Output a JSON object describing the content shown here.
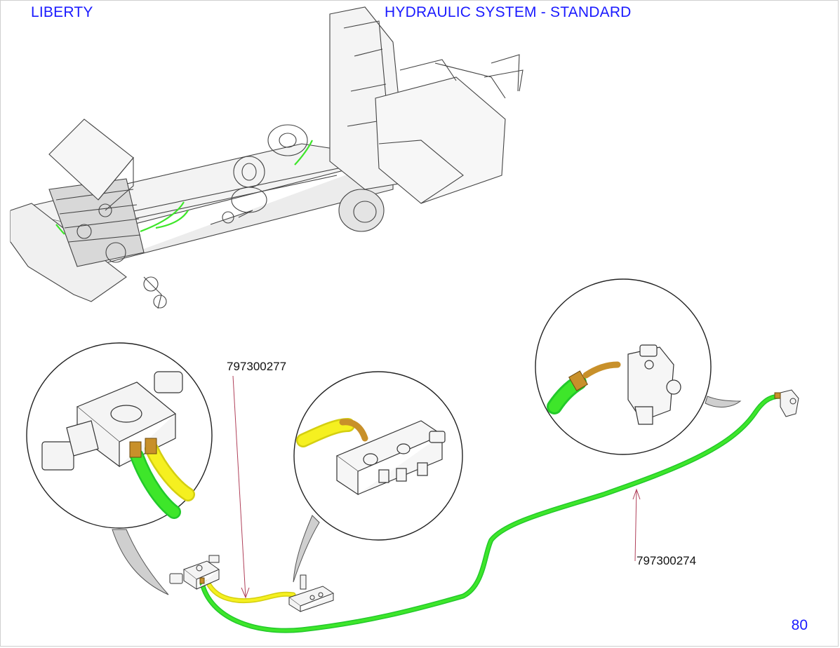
{
  "header": {
    "model": "LIBERTY",
    "title": "HYDRAULIC SYSTEM - STANDARD"
  },
  "page_number": "80",
  "part_numbers": {
    "hose_yellow": "797300277",
    "hose_green": "797300274"
  },
  "colors": {
    "header_text": "#1a1aff",
    "hose_green": "#3ee62a",
    "hose_yellow": "#f5f020",
    "leader_line": "#b0405a",
    "fitting_brass": "#c8902a"
  }
}
